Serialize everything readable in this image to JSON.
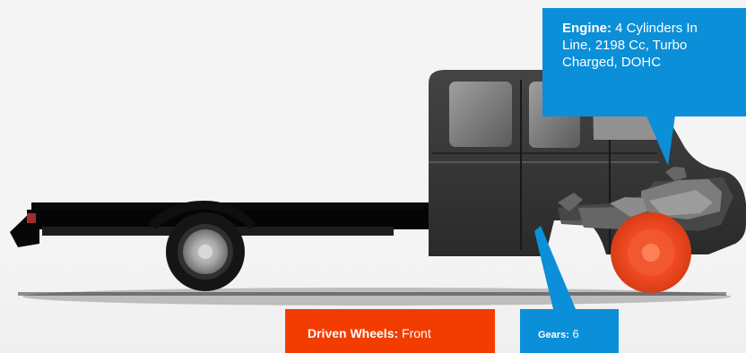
{
  "specs": {
    "engine": {
      "label": "Engine:",
      "value": "4 Cylinders In Line, 2198 Cc, Turbo Charged, DOHC"
    },
    "driven_wheels": {
      "label": "Driven Wheels:",
      "value": "Front"
    },
    "gears": {
      "label": "Gears:",
      "value": "6"
    }
  },
  "colors": {
    "engine_callout": "#0b8fd8",
    "driven_callout": "#f33d00",
    "gears_callout": "#0b8fd8"
  }
}
